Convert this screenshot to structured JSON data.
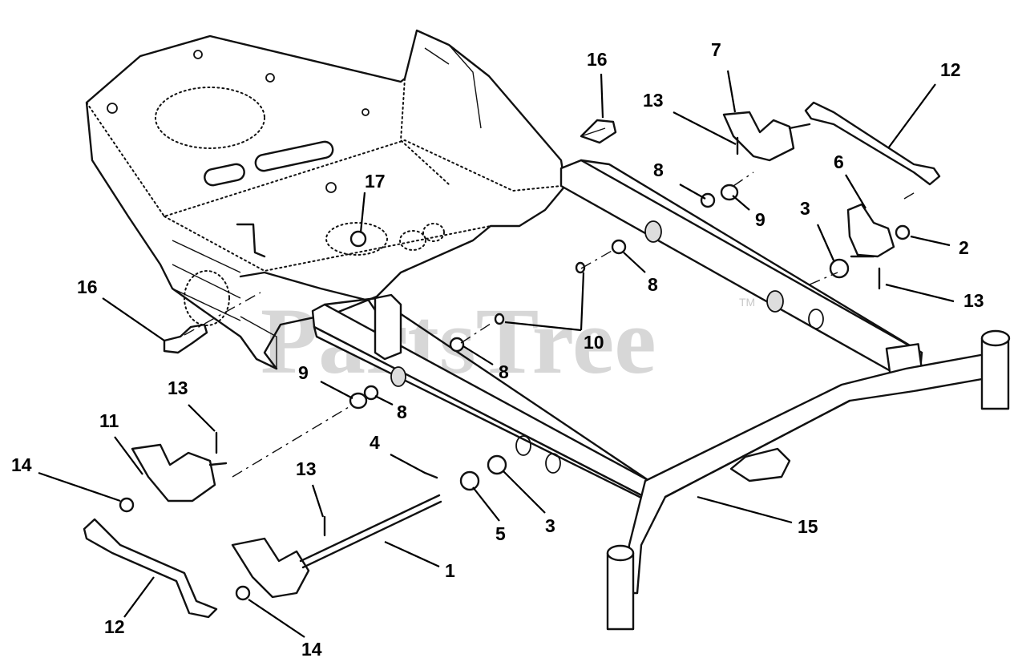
{
  "watermark": {
    "text": "PartsTree",
    "trademark": "TM"
  },
  "callouts": [
    {
      "id": "c16a",
      "label": "16"
    },
    {
      "id": "c7",
      "label": "7"
    },
    {
      "id": "c12a",
      "label": "12"
    },
    {
      "id": "c13a",
      "label": "13"
    },
    {
      "id": "c6",
      "label": "6"
    },
    {
      "id": "c8a",
      "label": "8"
    },
    {
      "id": "c9a",
      "label": "9"
    },
    {
      "id": "c3a",
      "label": "3"
    },
    {
      "id": "c2",
      "label": "2"
    },
    {
      "id": "c17",
      "label": "17"
    },
    {
      "id": "c8b",
      "label": "8"
    },
    {
      "id": "c13b",
      "label": "13"
    },
    {
      "id": "c16b",
      "label": "16"
    },
    {
      "id": "c10",
      "label": "10"
    },
    {
      "id": "c8c",
      "label": "8"
    },
    {
      "id": "c9b",
      "label": "9"
    },
    {
      "id": "c8d",
      "label": "8"
    },
    {
      "id": "c13c",
      "label": "13"
    },
    {
      "id": "c11",
      "label": "11"
    },
    {
      "id": "c4",
      "label": "4"
    },
    {
      "id": "c14a",
      "label": "14"
    },
    {
      "id": "c13d",
      "label": "13"
    },
    {
      "id": "c5",
      "label": "5"
    },
    {
      "id": "c3b",
      "label": "3"
    },
    {
      "id": "c15",
      "label": "15"
    },
    {
      "id": "c1",
      "label": "1"
    },
    {
      "id": "c12b",
      "label": "12"
    },
    {
      "id": "c14b",
      "label": "14"
    }
  ]
}
